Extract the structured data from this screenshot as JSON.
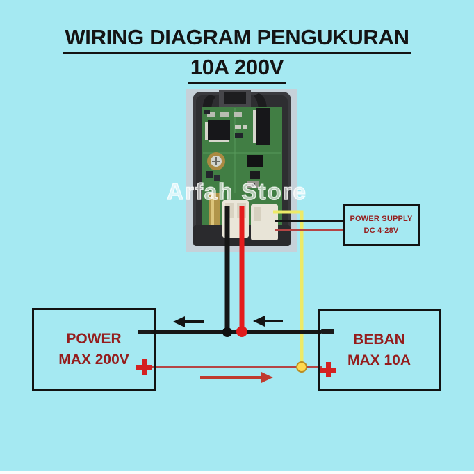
{
  "title": {
    "line1": "WIRING DIAGRAM PENGUKURAN",
    "line2": "10A 200V"
  },
  "watermark": {
    "text": "Arfah Store"
  },
  "photo": {
    "name": "panel-meter-module-rear-photo"
  },
  "boxes": {
    "power_supply": {
      "line1": "POWER SUPPLY",
      "line2": "DC 4-28V"
    },
    "source": {
      "line1": "POWER",
      "line2": "MAX 200V",
      "minus_symbol": "-",
      "plus_symbol": "+"
    },
    "load": {
      "line1": "BEBAN",
      "line2": "MAX 10A",
      "minus_symbol": "-",
      "plus_symbol": "+"
    }
  },
  "colors": {
    "background": "#a5e9f2",
    "title_text": "#141414",
    "box_border": "#121212",
    "box_label": "#951d1d",
    "wire_black": "#161616",
    "wire_red_bright": "#e41c1c",
    "wire_red_dark": "#b54545",
    "wire_yellow": "#edea67",
    "junction_black": "#111111",
    "junction_red": "#e01c1c",
    "junction_yellow_fill": "#ffd84f",
    "junction_yellow_stroke": "#bb8d22",
    "terminal_minus": "#1a1a1a",
    "terminal_plus": "#d42121",
    "arrow_black": "#141414",
    "arrow_red": "#c03a2e"
  }
}
